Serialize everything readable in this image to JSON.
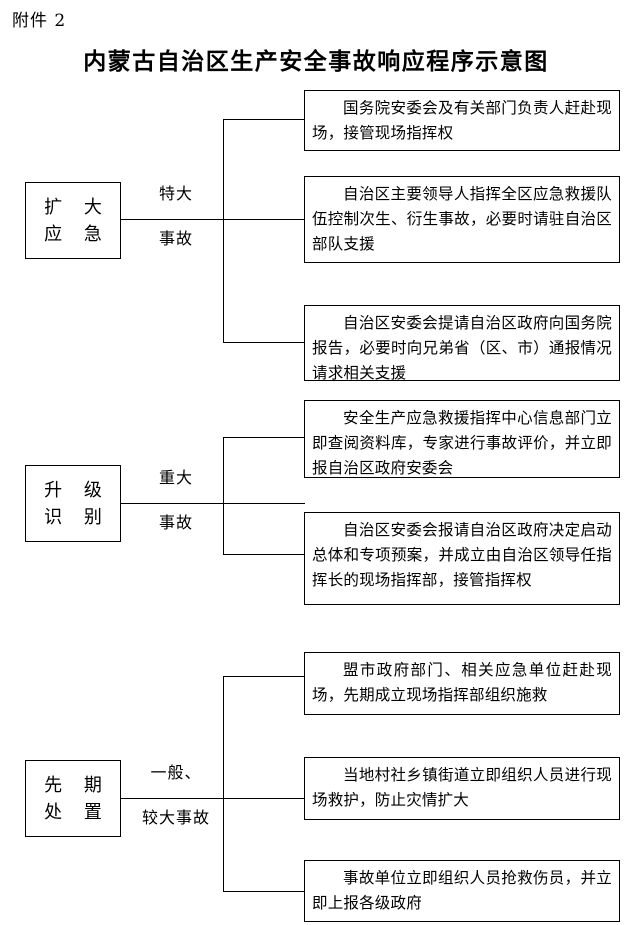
{
  "header": {
    "attachment_label": "附件 2",
    "title": "内蒙古自治区生产安全事故响应程序示意图"
  },
  "diagram": {
    "type": "flowchart",
    "orientation": "left-to-right",
    "groups": [
      {
        "id": "expand-emergency",
        "stage": {
          "line1": "扩 大",
          "line2": "应 急"
        },
        "connector": {
          "label_top": "特大",
          "label_bottom": "事故"
        },
        "actions": [
          {
            "id": "action-1",
            "text": "国务院安委会及有关部门负责人赶赴现场，接管现场指挥权"
          },
          {
            "id": "action-2",
            "text": "自治区主要领导人指挥全区应急救援队伍控制次生、衍生事故，必要时请驻自治区部队支援"
          },
          {
            "id": "action-3",
            "text": "自治区安委会提请自治区政府向国务院报告，必要时向兄弟省（区、市）通报情况请求相关支援"
          }
        ]
      },
      {
        "id": "escalation-identification",
        "stage": {
          "line1": "升 级",
          "line2": "识 别"
        },
        "connector": {
          "label_top": "重大",
          "label_bottom": "事故"
        },
        "actions": [
          {
            "id": "action-4",
            "text": "安全生产应急救援指挥中心信息部门立即查阅资料库，专家进行事故评价，并立即报自治区政府安委会"
          },
          {
            "id": "action-5",
            "text": "自治区安委会报请自治区政府决定启动总体和专项预案，并成立由自治区领导任指挥长的现场指挥部，接管指挥权"
          }
        ]
      },
      {
        "id": "initial-disposal",
        "stage": {
          "line1": "先 期",
          "line2": "处 置"
        },
        "connector": {
          "label_top": "一般、",
          "label_bottom": "较大事故"
        },
        "actions": [
          {
            "id": "action-6",
            "text": "盟市政府部门、相关应急单位赶赴现场，先期成立现场指挥部组织施救"
          },
          {
            "id": "action-7",
            "text": "当地村社乡镇街道立即组织人员进行现场救护，防止灾情扩大"
          },
          {
            "id": "action-8",
            "text": "事故单位立即组织人员抢救伤员，并立即上报各级政府"
          }
        ]
      }
    ],
    "colors": {
      "line": "#000000",
      "background": "#ffffff",
      "text": "#000000"
    }
  }
}
